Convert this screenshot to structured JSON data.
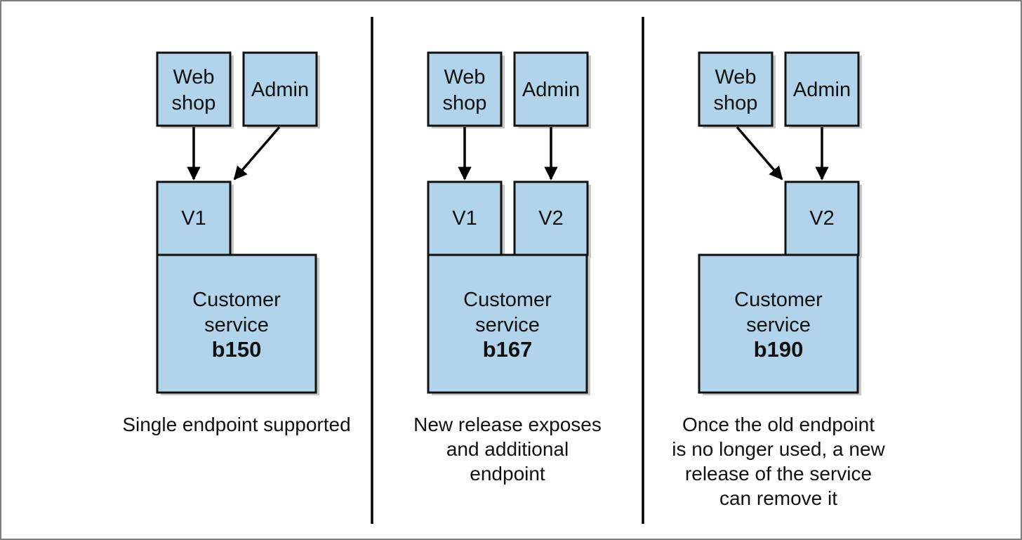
{
  "panels": [
    {
      "clients": [
        {
          "line1": "Web",
          "line2": "shop"
        },
        {
          "label": "Admin"
        }
      ],
      "endpoints": [
        "V1"
      ],
      "service": {
        "line1": "Customer",
        "line2": "service",
        "build": "b150"
      },
      "caption": [
        "Single endpoint supported"
      ]
    },
    {
      "clients": [
        {
          "line1": "Web",
          "line2": "shop"
        },
        {
          "label": "Admin"
        }
      ],
      "endpoints": [
        "V1",
        "V2"
      ],
      "service": {
        "line1": "Customer",
        "line2": "service",
        "build": "b167"
      },
      "caption": [
        "New release exposes",
        "and additional",
        "endpoint"
      ]
    },
    {
      "clients": [
        {
          "line1": "Web",
          "line2": "shop"
        },
        {
          "label": "Admin"
        }
      ],
      "endpoints": [
        "V2"
      ],
      "service": {
        "line1": "Customer",
        "line2": "service",
        "build": "b190"
      },
      "caption": [
        "Once the old endpoint",
        "is no longer used, a new",
        "release of the service",
        "can remove it"
      ]
    }
  ],
  "colors": {
    "box_fill": "#b1d4ea",
    "stroke": "#111111"
  }
}
